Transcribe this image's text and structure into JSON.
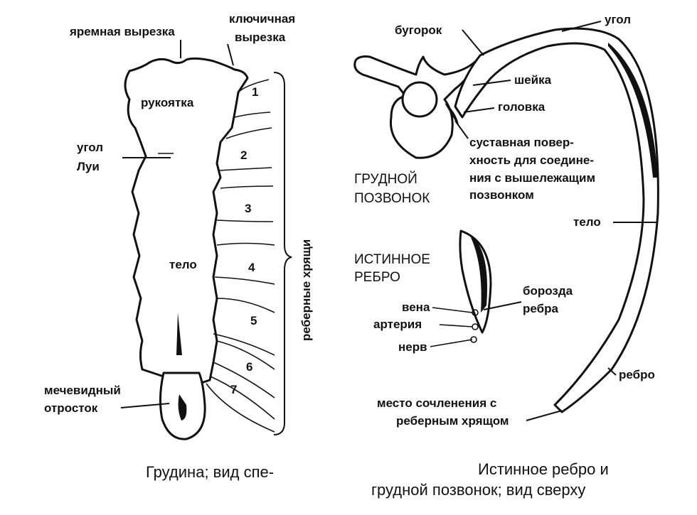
{
  "sternum": {
    "jugular_notch": "яремная вырезка",
    "clavicular_notch": [
      "ключичная",
      "вырезка"
    ],
    "manubrium": "рукоятка",
    "angle": [
      "угол",
      "Луи"
    ],
    "body": "тело",
    "xiphoid": [
      "мечевидный",
      "отросток"
    ],
    "costal_cartilages": "реберные хрящи",
    "rib_numbers": [
      "1",
      "2",
      "3",
      "4",
      "5",
      "6",
      "7"
    ],
    "caption": "Грудина; вид спе-"
  },
  "rib": {
    "tubercle": "бугорок",
    "angle": "угол",
    "neck": "шейка",
    "head": "головка",
    "articular_surface": [
      "суставная повер-",
      "хность для соедине-",
      "ния с вышележащим",
      "позвонком"
    ],
    "vertebra": [
      "ГРУДНОЙ",
      "ПОЗВОНОК"
    ],
    "body": "тело",
    "true_rib": [
      "ИСТИННОЕ",
      "РЕБРО"
    ],
    "vein": "вена",
    "artery": "артерия",
    "nerve": "нерв",
    "groove": [
      "борозда",
      "ребра"
    ],
    "rib": "ребро",
    "junction": [
      "место сочленения с",
      "реберным хрящом"
    ],
    "caption": [
      "Истинное ребро и",
      "грудной позвонок; вид сверху"
    ]
  }
}
